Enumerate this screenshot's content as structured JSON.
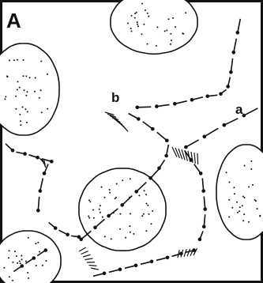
{
  "panel_label": "A",
  "path_labels": [
    "b",
    "a"
  ],
  "colors": {
    "ink": "#111111",
    "background": "#ffffff",
    "cell_fill": "#ffffff"
  }
}
